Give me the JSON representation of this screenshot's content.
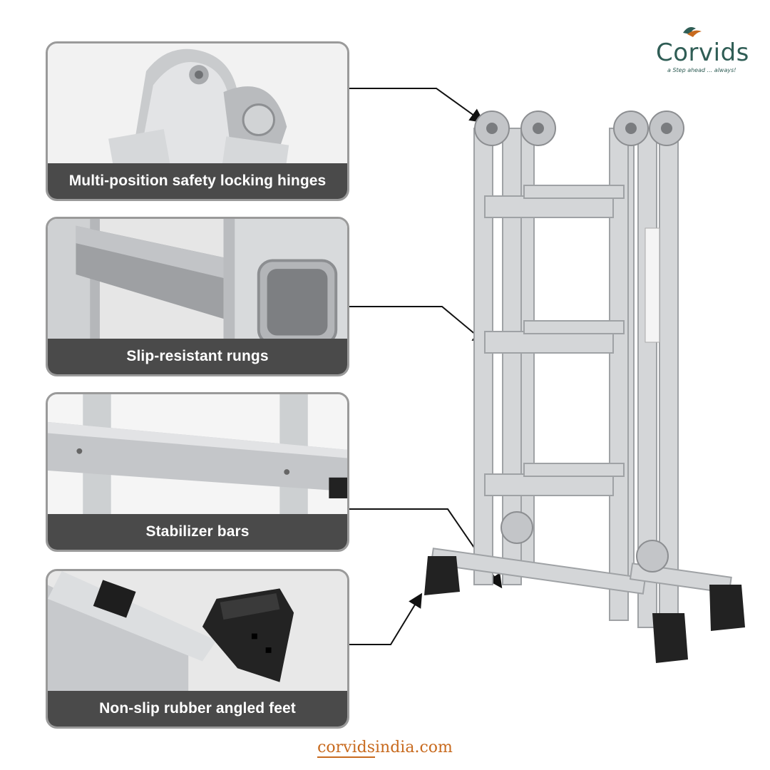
{
  "brand": {
    "name": "Corvids",
    "tagline": "a Step ahead ... always!",
    "primary_color": "#2f5d55",
    "accent_color": "#c86a1e"
  },
  "features": [
    {
      "caption": "Multi-position safety locking hinges"
    },
    {
      "caption": "Slip-resistant rungs"
    },
    {
      "caption": "Stabilizer bars"
    },
    {
      "caption": "Non-slip rubber angled feet"
    }
  ],
  "website": {
    "part1": "corvids",
    "part2": "india.com"
  },
  "colors": {
    "caption_bg": "#4a4a4a",
    "panel_border": "#9a9a9a",
    "aluminium": "#d4d6d8"
  }
}
